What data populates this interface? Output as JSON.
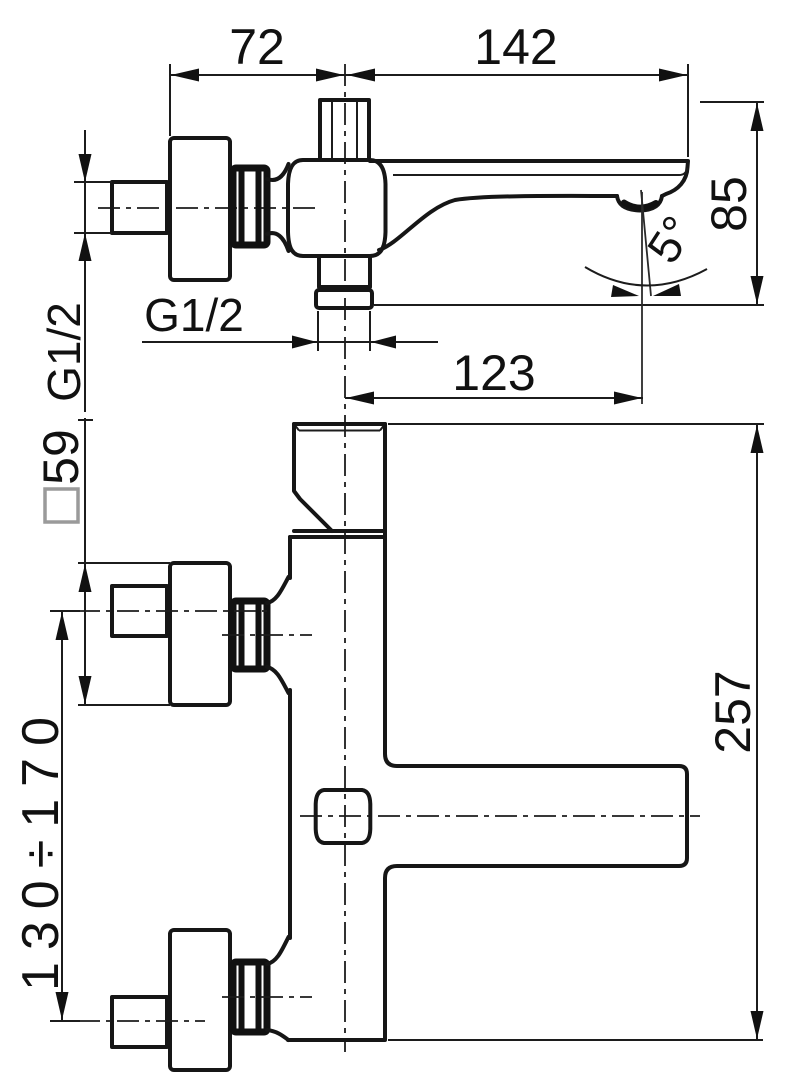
{
  "drawing": {
    "title": "bath-mixer-technical-drawing",
    "colors": {
      "line": "#161616",
      "background": "#ffffff",
      "square_symbol": "#9a9a9a"
    },
    "dimensions": {
      "wall_offset": "72",
      "spout_reach": "142",
      "spout_drop_height": "85",
      "spout_angle": "5°",
      "outlet_thread": "G1/2",
      "inlet_thread": "G1/2",
      "outlet_horizontal": "123",
      "escutcheon_square": "59",
      "inlet_spacing_range": "130÷170",
      "overall_height": "257"
    }
  }
}
